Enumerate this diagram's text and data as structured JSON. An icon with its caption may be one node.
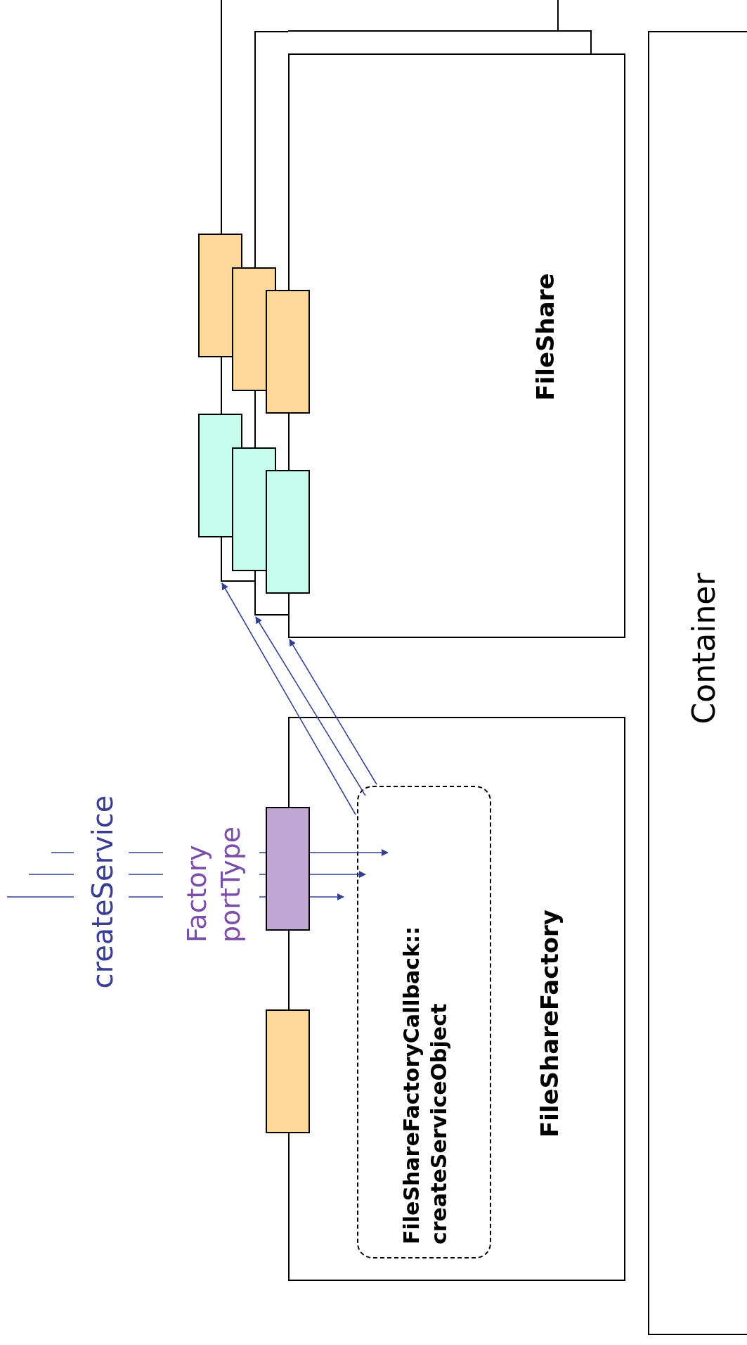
{
  "diagram": {
    "nodes": [
      {
        "text": [
          "Container"
        ]
      },
      {
        "text": [],
        "shape": "box"
      },
      {
        "text": [],
        "shape": "box"
      },
      {
        "text": [
          "FileShare"
        ]
      },
      {
        "text": [],
        "shape": "box"
      },
      {
        "text": [],
        "shape": "box"
      },
      {
        "text": [],
        "shape": "box"
      },
      {
        "text": [],
        "shape": "box"
      },
      {
        "text": [],
        "shape": "box"
      },
      {
        "text": [],
        "shape": "box"
      },
      {
        "text": [
          "FileShareFactory"
        ]
      },
      {
        "text": [],
        "shape": "box",
        "beside": [
          "Factory portType"
        ]
      },
      {
        "text": [],
        "shape": "box"
      },
      {
        "text": [
          "FileShareFactoryCallback:: createServiceObject"
        ],
        "in": 10
      }
    ],
    "edges": [
      {
        "from": null,
        "to": 13,
        "arrow": "to"
      },
      {
        "from": null,
        "to": 13,
        "arrow": "to"
      },
      {
        "from": null,
        "to": 13,
        "arrow": "to"
      },
      {
        "from": 13,
        "to": 1,
        "arrow": "to"
      },
      {
        "from": 13,
        "to": 2,
        "arrow": "to"
      },
      {
        "from": 13,
        "to": 3,
        "arrow": "to"
      }
    ],
    "labels": [
      "createService"
    ]
  }
}
